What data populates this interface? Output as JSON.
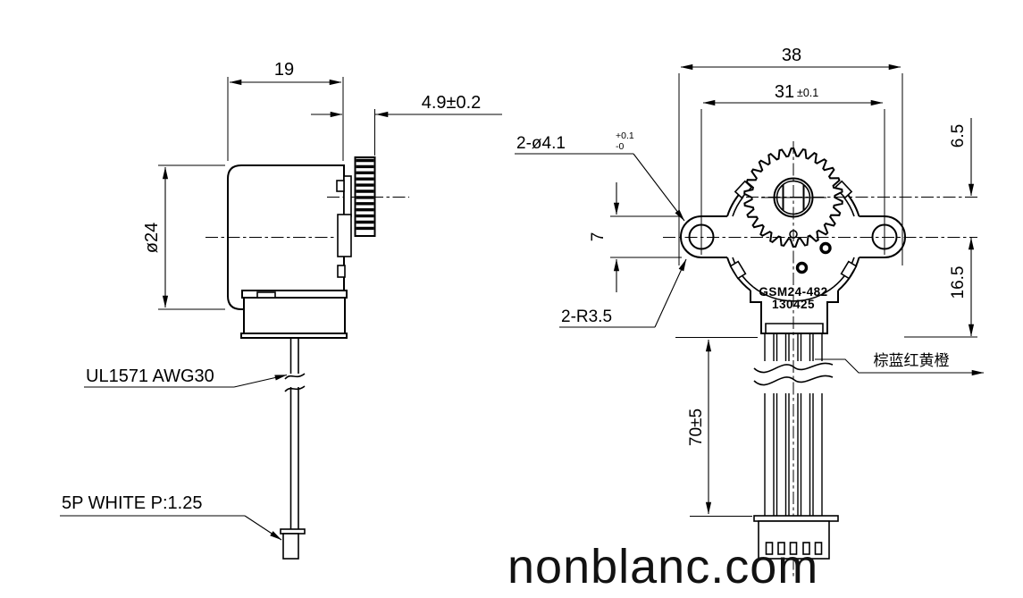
{
  "watermark": "nonblanc.com",
  "side_view": {
    "dim_width": "19",
    "dim_pinion": "4.9±0.2",
    "dim_diameter": "ø24",
    "wire_spec": "UL1571 AWG30",
    "connector_spec": "5P WHITE P:1.25"
  },
  "front_view": {
    "dim_overall_width": "38",
    "dim_hole_spacing": "31",
    "dim_hole_spacing_tol": "±0.1",
    "hole_callout": "2-ø4.1",
    "hole_tol_upper": "+0.1",
    "hole_tol_lower": "-0",
    "dim_shaft_to_center": "6.5",
    "dim_ear_thickness": "7",
    "dim_center_to_bottom": "16.5",
    "ear_radius_callout": "2-R3.5",
    "dim_lead_length": "70±5",
    "wire_colors": "棕蓝红黄橙",
    "model": "GSM24-482",
    "date_code": "130425"
  }
}
